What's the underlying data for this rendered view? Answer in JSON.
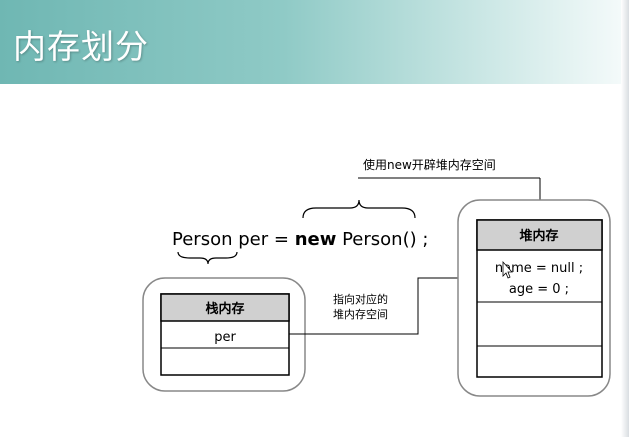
{
  "slide": {
    "title": "内存划分"
  },
  "diagram": {
    "top_note": "使用new开辟堆内存空间",
    "code": {
      "class1": "Person",
      "var": "per",
      "eq": "=",
      "kw": "new",
      "ctor": "Person()",
      "semi": ";"
    },
    "stack": {
      "title": "栈内存",
      "cell": "per"
    },
    "pointer_note": {
      "line1": "指向对应的",
      "line2": "堆内存空间"
    },
    "heap": {
      "title": "堆内存",
      "line1": "name = null ;",
      "line2": "age = 0 ;"
    }
  }
}
